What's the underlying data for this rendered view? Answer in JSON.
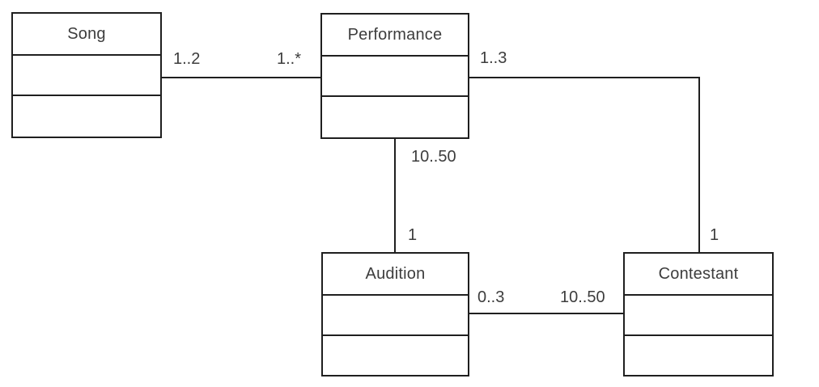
{
  "diagram": {
    "type": "uml-class-diagram",
    "background_color": "#ffffff",
    "line_color": "#1f1f1f",
    "text_color": "#3d3d3d",
    "classes": {
      "song": {
        "name": "Song"
      },
      "performance": {
        "name": "Performance"
      },
      "audition": {
        "name": "Audition"
      },
      "contestant": {
        "name": "Contestant"
      }
    },
    "associations": {
      "song_performance": {
        "from": "Song",
        "to": "Performance",
        "near_song": "1..2",
        "near_performance": "1..*"
      },
      "performance_contestant": {
        "from": "Performance",
        "to": "Contestant",
        "near_performance": "1..3",
        "near_contestant": "1"
      },
      "performance_audition": {
        "from": "Performance",
        "to": "Audition",
        "near_performance": "10..50",
        "near_audition": "1"
      },
      "audition_contestant": {
        "from": "Audition",
        "to": "Contestant",
        "near_audition": "0..3",
        "near_contestant": "10..50"
      }
    }
  }
}
